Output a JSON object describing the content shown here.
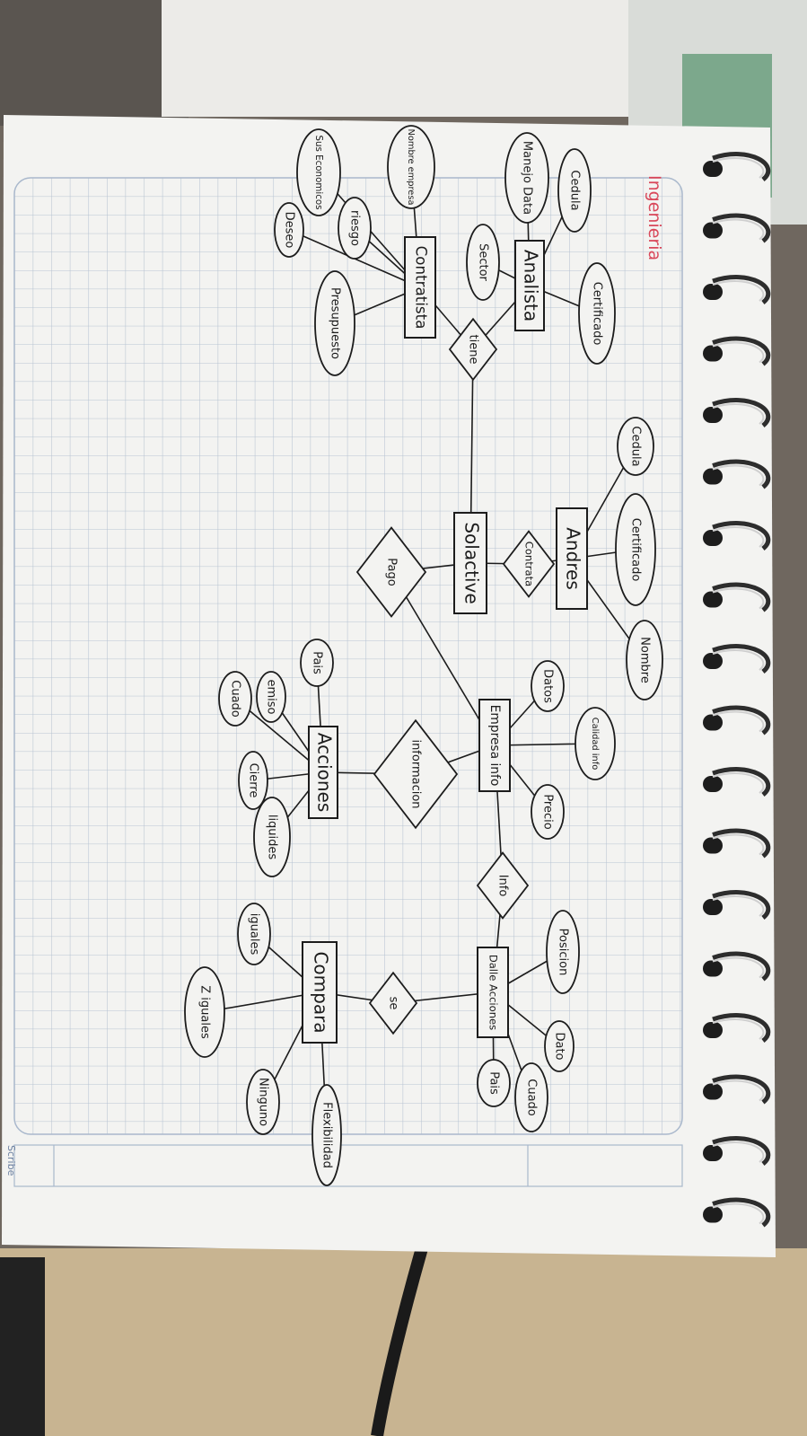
{
  "title": "Ingenieria",
  "entities": [
    {
      "id": "analista",
      "label": "Analista"
    },
    {
      "id": "contratista",
      "label": "Contratista"
    },
    {
      "id": "andres",
      "label": "Andres"
    },
    {
      "id": "solactive",
      "label": "Solactive"
    },
    {
      "id": "empresa",
      "label": "Empresa info"
    },
    {
      "id": "acciones",
      "label": "Acciones"
    },
    {
      "id": "detalle",
      "label": "Dalle Acciones"
    },
    {
      "id": "compara",
      "label": "Compara"
    }
  ],
  "relationships": [
    {
      "id": "tiene",
      "label": "tiene"
    },
    {
      "id": "contrata",
      "label": "Contrata"
    },
    {
      "id": "pago",
      "label": "Pago"
    },
    {
      "id": "informacion",
      "label": "informacion"
    },
    {
      "id": "info",
      "label": "Info"
    },
    {
      "id": "se",
      "label": "se"
    }
  ],
  "attributes": [
    {
      "id": "a1",
      "label": "Cedula"
    },
    {
      "id": "a2",
      "label": "Manejo Data"
    },
    {
      "id": "a3",
      "label": "Sector"
    },
    {
      "id": "a4",
      "label": "Certificado"
    },
    {
      "id": "a5",
      "label": "Nombre empresa"
    },
    {
      "id": "a6",
      "label": "Sus Economicos"
    },
    {
      "id": "a7",
      "label": "riesgo"
    },
    {
      "id": "a8",
      "label": "Deseo"
    },
    {
      "id": "a9",
      "label": "Presupuesto"
    },
    {
      "id": "a10",
      "label": "Cedula"
    },
    {
      "id": "a11",
      "label": "Certificado"
    },
    {
      "id": "a12",
      "label": "Nombre"
    },
    {
      "id": "a13",
      "label": "Datos"
    },
    {
      "id": "a14",
      "label": "Calidad info"
    },
    {
      "id": "a15",
      "label": "Precio"
    },
    {
      "id": "a16",
      "label": "Pais"
    },
    {
      "id": "a17",
      "label": "emiso"
    },
    {
      "id": "a18",
      "label": "Cuado"
    },
    {
      "id": "a19",
      "label": "Cierre"
    },
    {
      "id": "a20",
      "label": "liquides"
    },
    {
      "id": "a21",
      "label": "Posicion"
    },
    {
      "id": "a22",
      "label": "Dato"
    },
    {
      "id": "a23",
      "label": "Cuado"
    },
    {
      "id": "a24",
      "label": "Pais"
    },
    {
      "id": "a25",
      "label": "iguales"
    },
    {
      "id": "a26",
      "label": "Z iguales"
    },
    {
      "id": "a27",
      "label": "Ninguno"
    },
    {
      "id": "a28",
      "label": "Flexibilidad"
    }
  ],
  "paper": {
    "label": "Scribe"
  },
  "colors": {
    "paper": "#f3f3f1",
    "grid": "#b7c3d2",
    "ink": "#1c1c1c",
    "title": "#d9485a",
    "table": "#7d756c",
    "binding": "#3a3a3a"
  }
}
